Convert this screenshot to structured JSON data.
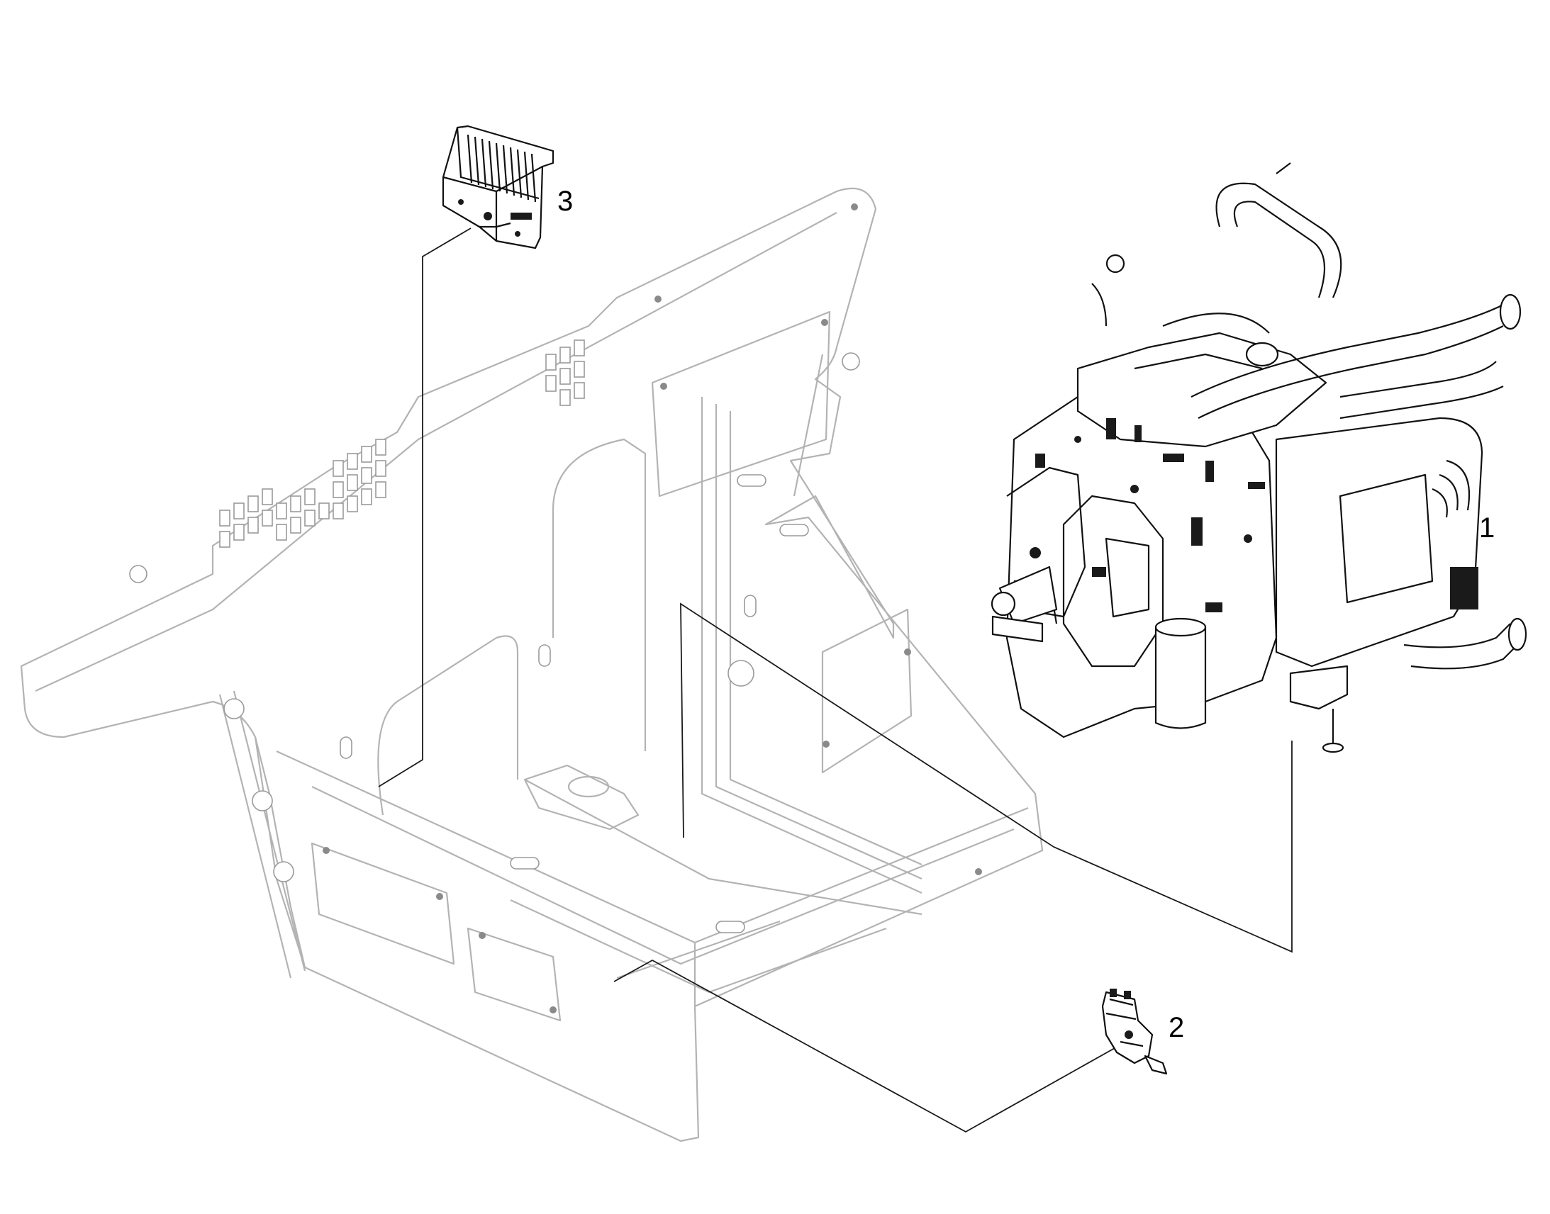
{
  "callouts": [
    {
      "id": "engine",
      "label": "1"
    },
    {
      "id": "sensor",
      "label": "2"
    },
    {
      "id": "control-unit",
      "label": "3"
    }
  ],
  "colors": {
    "frame_stroke": "#b3b3b3",
    "part_stroke": "#111111",
    "leader": "#1a1a1a",
    "background": "#ffffff"
  }
}
